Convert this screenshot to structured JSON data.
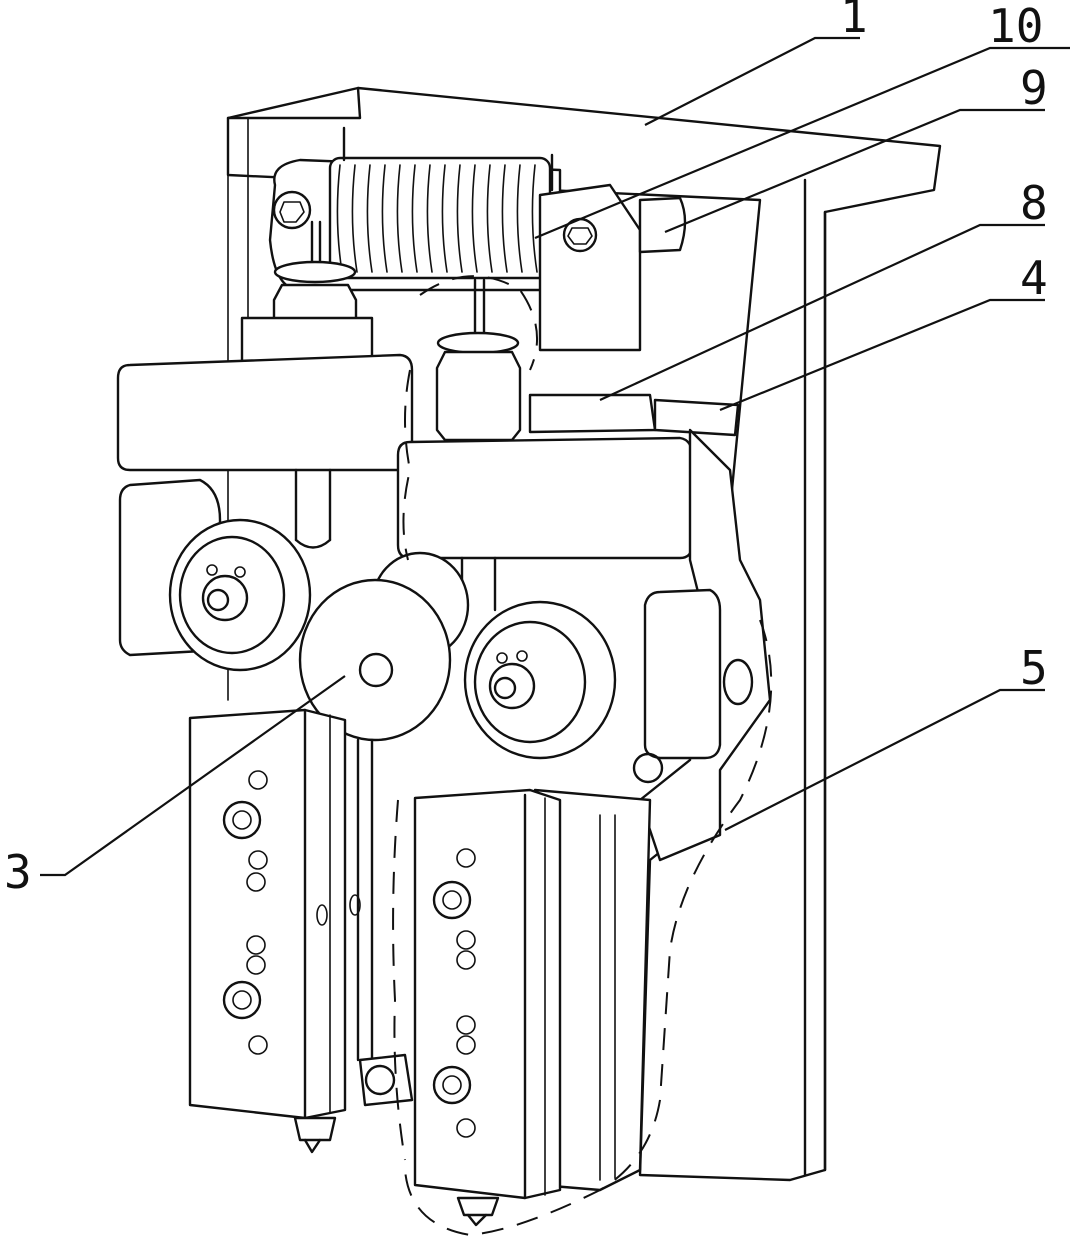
{
  "labels": {
    "l1": "1",
    "l10": "10",
    "l9": "9",
    "l8": "8",
    "l4": "4",
    "l5": "5",
    "l3": "3"
  }
}
